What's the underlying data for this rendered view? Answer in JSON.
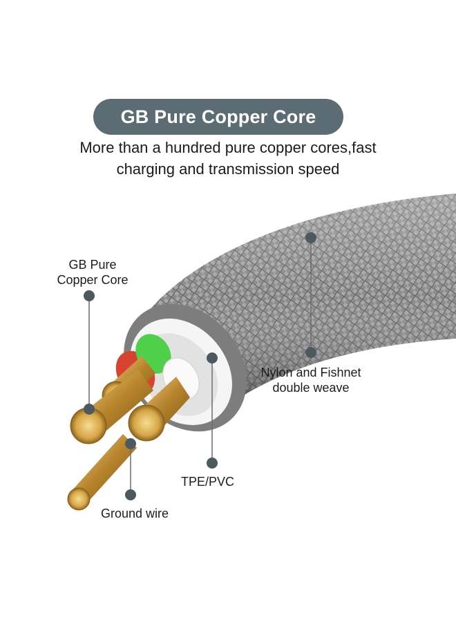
{
  "title": "GB Pure Copper Core",
  "subtitle_lines": [
    "More than a hundred pure copper cores,fast",
    "charging and transmission speed"
  ],
  "callouts": {
    "copper_core": [
      "GB Pure",
      "Copper Core"
    ],
    "nylon_weave": [
      "Nylon and Fishnet",
      "double weave"
    ],
    "tpe_pvc": "TPE/PVC",
    "ground_wire": "Ground wire"
  },
  "colors": {
    "pill": "#5b6d73",
    "marker": "#4c5a60",
    "braid": "#8a8a8a",
    "copper": "#c9973a",
    "red_wire": "#d8432f",
    "green_wire": "#4fcf4a",
    "jacket": "#f4f4f4"
  }
}
